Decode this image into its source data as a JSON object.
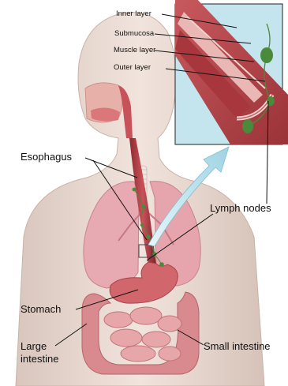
{
  "labels": {
    "inner_layer": "Inner layer",
    "submucosa": "Submucosa",
    "muscle_layer": "Muscle layer",
    "outer_layer": "Outer layer",
    "esophagus": "Esophagus",
    "lymph_nodes": "Lymph nodes",
    "stomach": "Stomach",
    "large_intestine_line1": "Large",
    "large_intestine_line2": "intestine",
    "small_intestine": "Small intestine"
  },
  "colors": {
    "skin": "#ecdcd4",
    "lung": "#e8aab2",
    "esophagus": "#c4414a",
    "muscle": "#b8434a",
    "lymph": "#4a8a3a",
    "arrow": "#a8d8e6",
    "inset_bg": "#c4e4ee"
  }
}
